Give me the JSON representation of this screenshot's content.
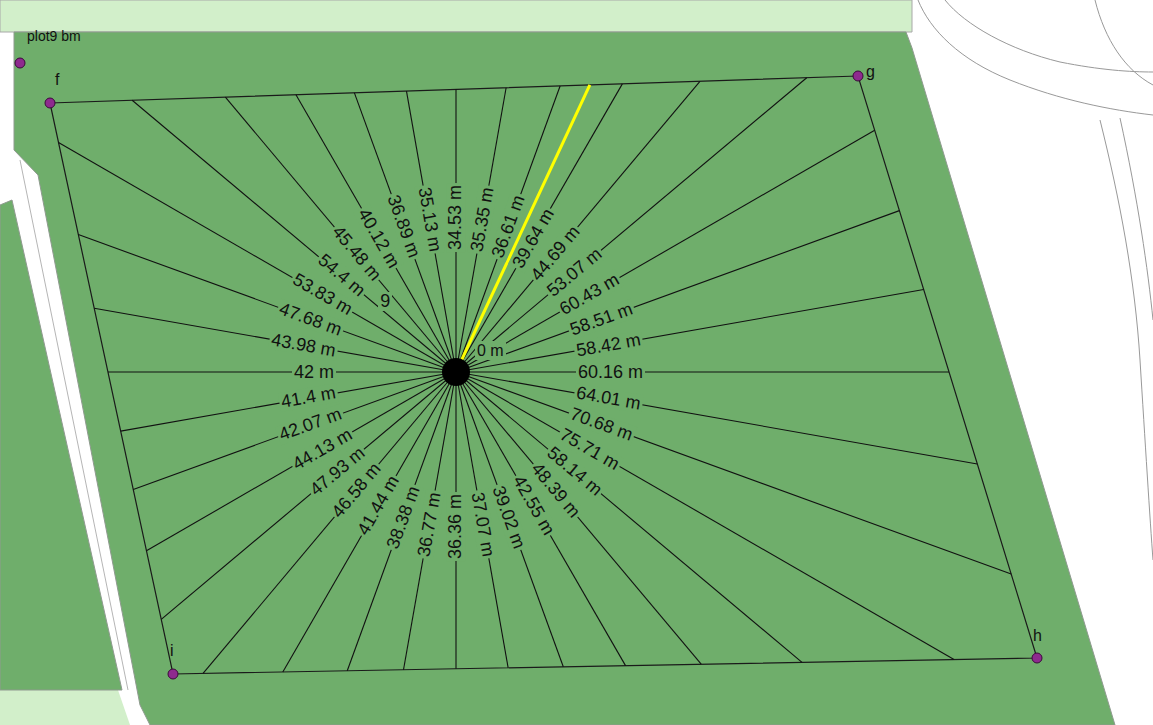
{
  "diagram": {
    "labels": [
      "plot9 bm",
      "f",
      "g",
      "h",
      "i",
      "42 m",
      "43.98 m",
      "47.68 m",
      "53.83 m",
      "54.4 m",
      "45.48 m",
      "40.12 m",
      "36.89 m",
      "35.13 m",
      "34.53 m",
      "35.35 m",
      "36.61 m",
      "39.64 m",
      "44.69 m",
      "53.07 m",
      "60.43 m",
      "58.51 m",
      "58.42 m",
      "60.16 m",
      "64.01 m",
      "70.68 m",
      "75.71 m",
      "58.14 m",
      "48.39 m",
      "42.55 m",
      "39.02 m",
      "37.07 m",
      "36.36 m",
      "36.77 m",
      "38.38 m",
      "41.44 m",
      "46.58 m",
      "47.93 m",
      "44.13 m",
      "42.07 m",
      "41.4 m",
      "0 m",
      "9"
    ]
  }
}
